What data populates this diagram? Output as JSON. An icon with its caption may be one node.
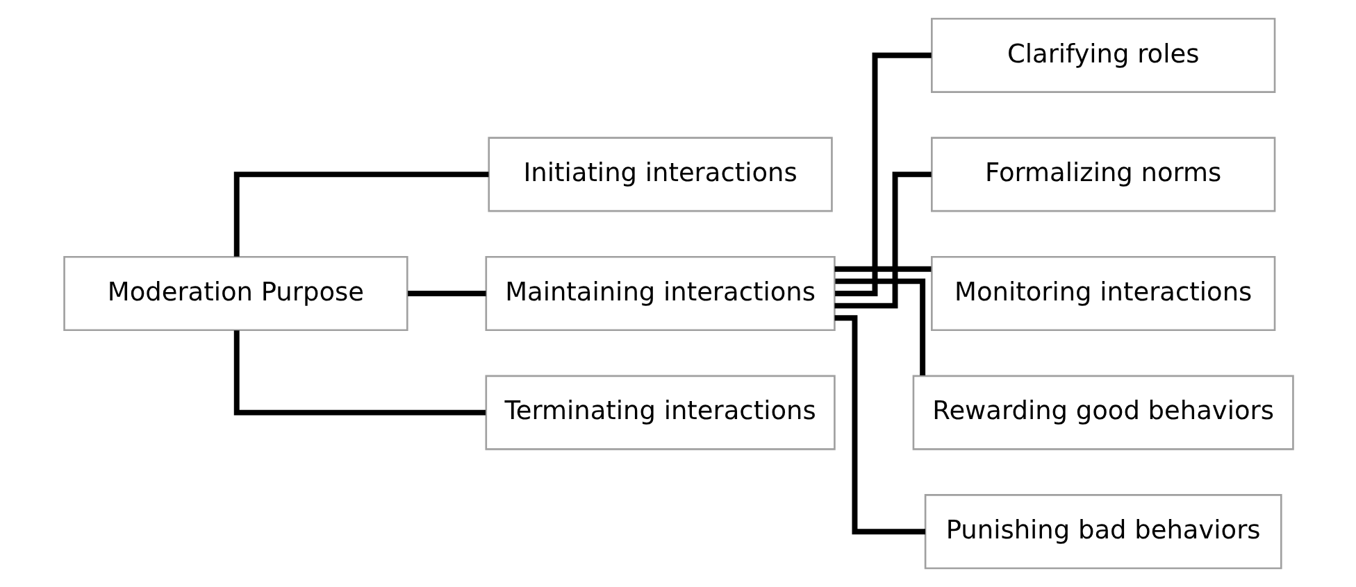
{
  "diagram": {
    "nodes": [
      {
        "text": [
          "Moderation Purpose"
        ]
      },
      {
        "text": [
          "Initiating interactions"
        ]
      },
      {
        "text": [
          "Maintaining interactions"
        ]
      },
      {
        "text": [
          "Terminating interactions"
        ]
      },
      {
        "text": [
          "Clarifying roles"
        ]
      },
      {
        "text": [
          "Formalizing norms"
        ]
      },
      {
        "text": [
          "Monitoring interactions"
        ]
      },
      {
        "text": [
          "Rewarding good behaviors"
        ]
      },
      {
        "text": [
          "Punishing bad behaviors"
        ]
      }
    ],
    "edges": [
      {
        "from": 0,
        "to": 1,
        "arrow": "none"
      },
      {
        "from": 0,
        "to": 2,
        "arrow": "none"
      },
      {
        "from": 0,
        "to": 3,
        "arrow": "none"
      },
      {
        "from": 2,
        "to": 4,
        "arrow": "none"
      },
      {
        "from": 2,
        "to": 5,
        "arrow": "none"
      },
      {
        "from": 2,
        "to": 6,
        "arrow": "none"
      },
      {
        "from": 2,
        "to": 7,
        "arrow": "none"
      },
      {
        "from": 2,
        "to": 8,
        "arrow": "none"
      }
    ]
  }
}
